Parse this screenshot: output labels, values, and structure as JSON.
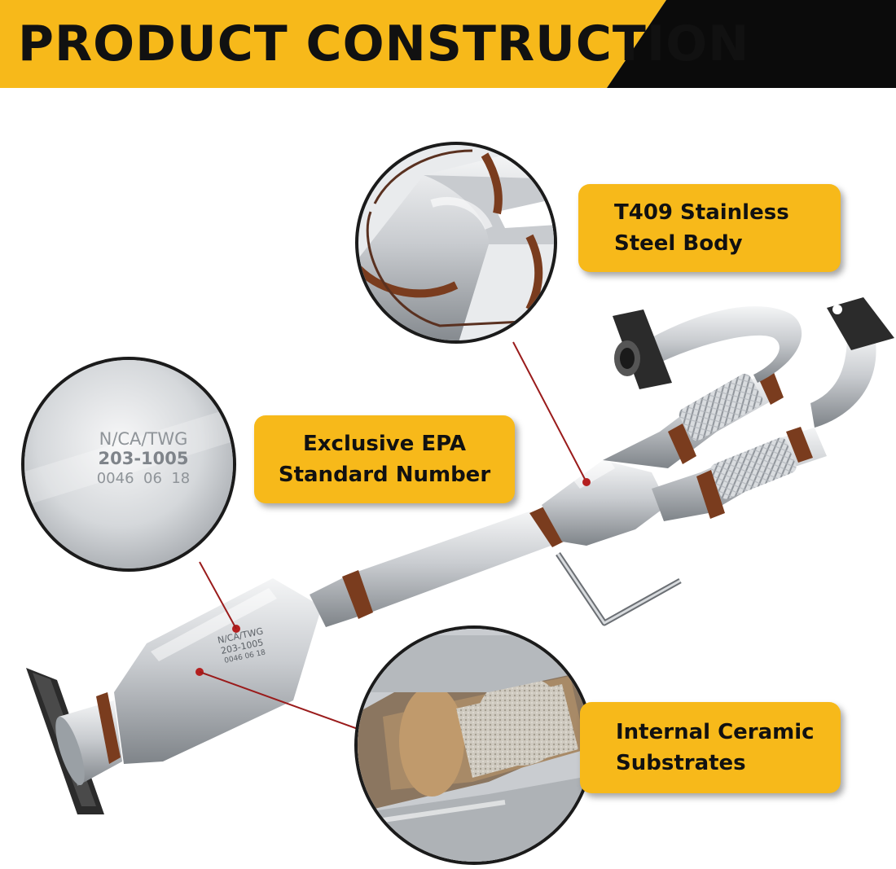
{
  "header": {
    "title": "PRODUCT CONSTRUCTION"
  },
  "colors": {
    "accent_yellow": "#F7B91A",
    "header_black": "#0b0b0b",
    "pointer_red": "#9a1b1b",
    "steel_light": "#e6e8ea",
    "steel_dark": "#8e9398",
    "weld_copper": "#7a3c1e"
  },
  "callouts": [
    {
      "line1": "T409 Stainless",
      "line2": "Steel Body"
    },
    {
      "line1": "Exclusive EPA",
      "line2": "Standard Number"
    },
    {
      "line1": "Internal Ceramic",
      "line2": "Substrates"
    }
  ],
  "stamp": {
    "line1": "N/CA/TWG",
    "line2": "203-1005",
    "line3": "0046  06  18"
  },
  "icons": {
    "body_zoom": "stainless-body-zoom-icon",
    "epa_zoom": "epa-stamp-zoom-icon",
    "ceramic_zoom": "ceramic-substrate-zoom-icon",
    "product": "catalytic-converter-icon"
  }
}
